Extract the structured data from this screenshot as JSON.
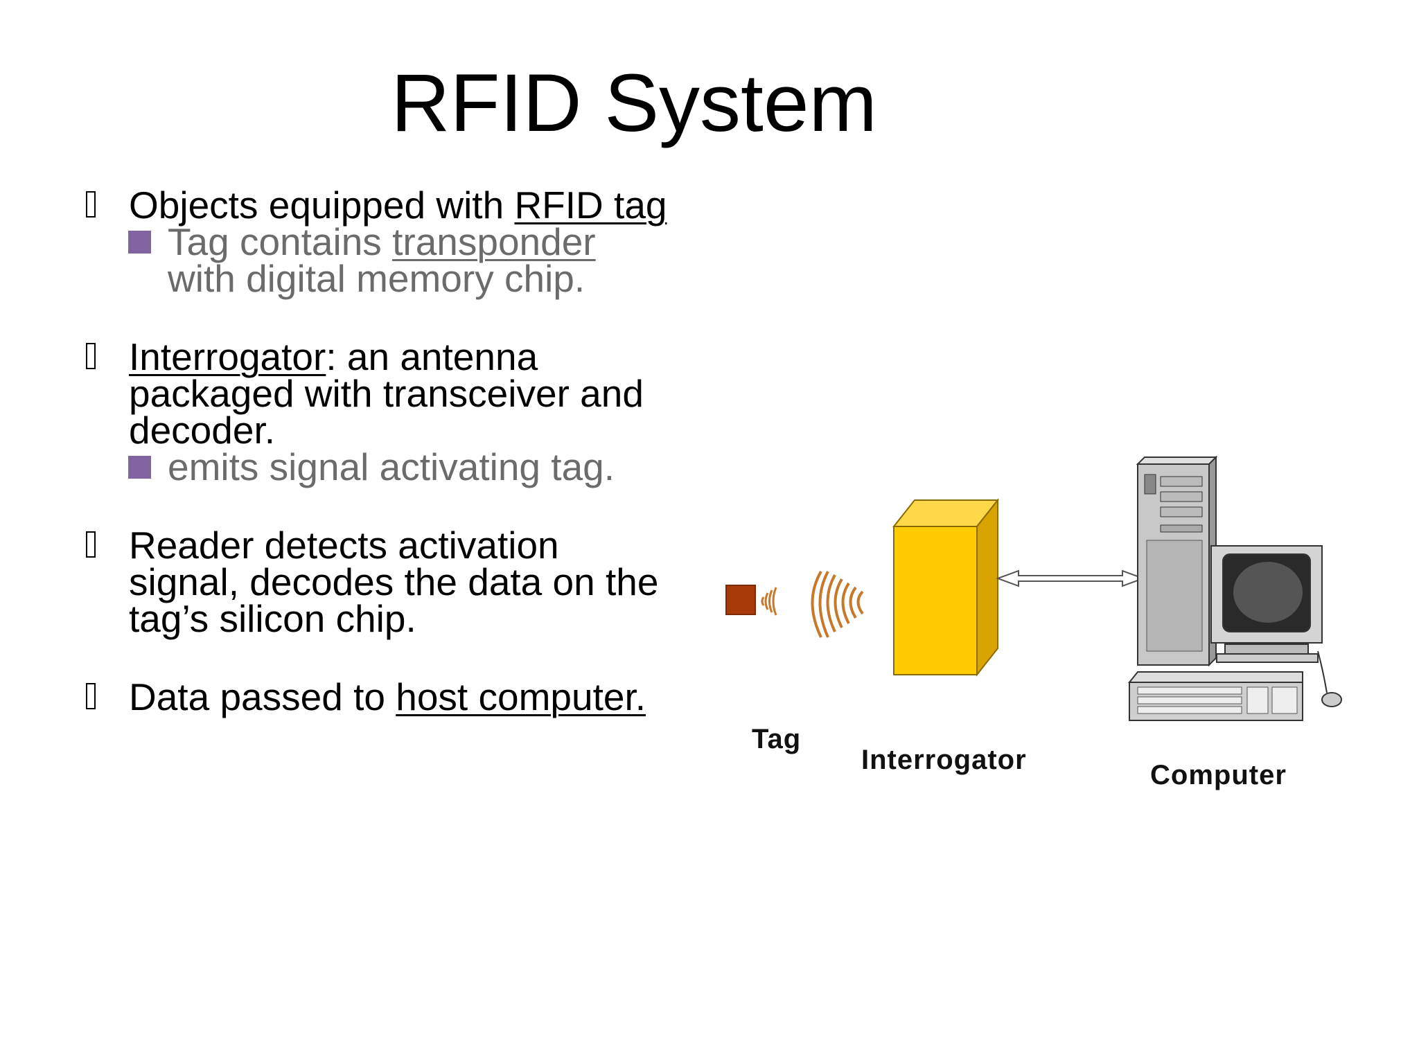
{
  "slide": {
    "title": "RFID System",
    "bullets": [
      {
        "parts": [
          {
            "text": "Objects equipped with "
          },
          {
            "text": "RFID tag",
            "underline": true
          }
        ],
        "sub": [
          {
            "lines": [
              [
                {
                  "text": "Tag contains "
                },
                {
                  "text": "transponder",
                  "underline": true
                }
              ],
              [
                {
                  "text": "with digital memory chip."
                }
              ]
            ]
          }
        ]
      },
      {
        "lines": [
          [
            {
              "text": "Interrogator",
              "underline": true
            },
            {
              "text": ": an antenna"
            }
          ],
          [
            {
              "text": "packaged with transceiver and"
            }
          ],
          [
            {
              "text": "decoder."
            }
          ]
        ],
        "sub": [
          {
            "lines": [
              [
                {
                  "text": "emits signal activating tag."
                }
              ]
            ]
          }
        ]
      },
      {
        "lines": [
          [
            {
              "text": "Reader detects activation"
            }
          ],
          [
            {
              "text": "signal, decodes the data on the"
            }
          ],
          [
            {
              "text": "tag’s silicon chip."
            }
          ]
        ]
      },
      {
        "lines": [
          [
            {
              "text": "Data passed to "
            },
            {
              "text": "host computer.",
              "underline": true
            }
          ]
        ]
      }
    ]
  },
  "diagram": {
    "labels": {
      "tag": "Tag",
      "interrogator": "Interrogator",
      "computer": "Computer"
    },
    "colors": {
      "tag": "#a83a0a",
      "wave": "#c8782a",
      "interrogator_front": "#ffcc00",
      "interrogator_side": "#d9a400",
      "interrogator_top": "#ffd84a",
      "computer_case": "#c8c8c8",
      "screen": "#2a2a2a"
    },
    "icons": [
      "tag-chip-icon",
      "signal-wave-icon",
      "interrogator-box-icon",
      "double-arrow-icon",
      "computer-icon"
    ]
  }
}
